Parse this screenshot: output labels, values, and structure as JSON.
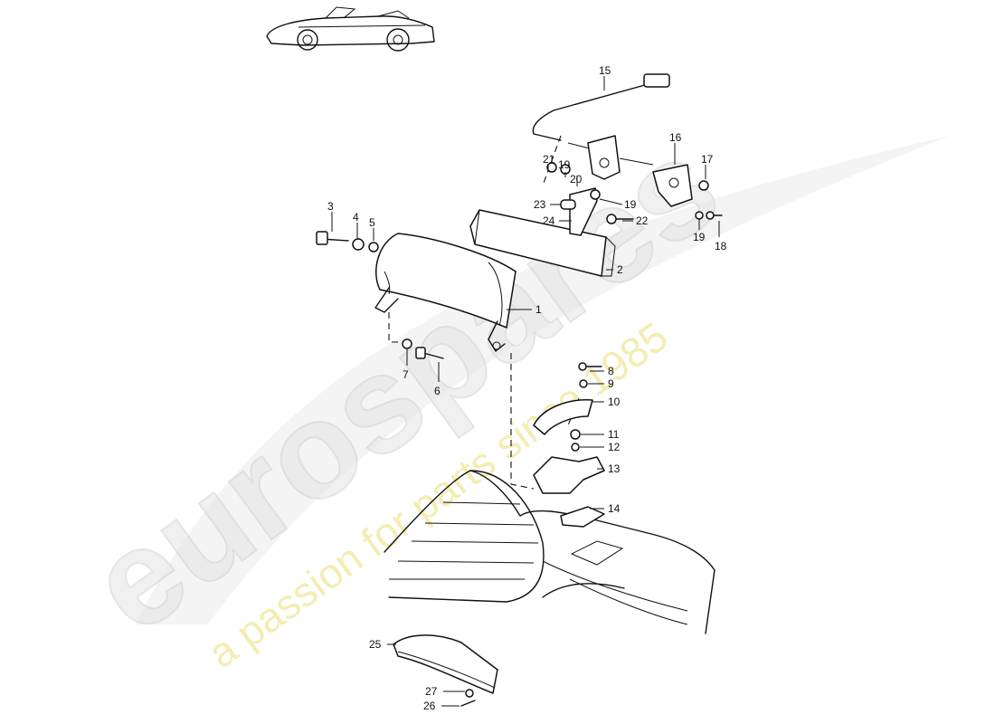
{
  "watermark": {
    "brand": "eurospares",
    "tagline": "a passion for parts since 1985"
  },
  "callouts": [
    "1",
    "2",
    "3",
    "4",
    "5",
    "6",
    "7",
    "8",
    "9",
    "10",
    "11",
    "12",
    "13",
    "14",
    "15",
    "16",
    "17",
    "18",
    "19",
    "19",
    "19",
    "20",
    "21",
    "22",
    "23",
    "24",
    "25",
    "26",
    "27"
  ]
}
